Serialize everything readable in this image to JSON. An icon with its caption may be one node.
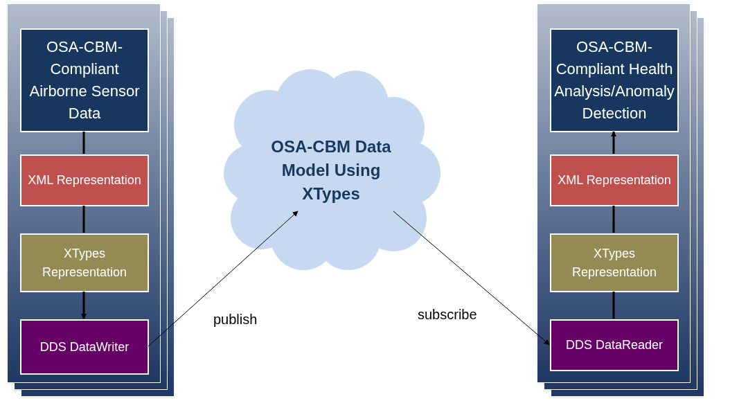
{
  "diagram": {
    "nodes": [
      {
        "text": [],
        "shape": "box"
      },
      {
        "text": [
          "OSA-CBM-Compliant Airborne Sensor Data"
        ],
        "in": 0
      },
      {
        "text": [
          "XML Representation"
        ],
        "in": 0
      },
      {
        "text": [
          "XTypes Representation"
        ],
        "in": 0
      },
      {
        "text": [
          "DDS DataWriter"
        ],
        "in": 0
      },
      {
        "text": [
          "OSA-CBM Data Model Using XTypes"
        ]
      },
      {
        "text": [],
        "shape": "box"
      },
      {
        "text": [
          "OSA-CBM-Compliant Health Analysis/Anomaly Detection"
        ],
        "in": 6
      },
      {
        "text": [
          "XML Representation"
        ],
        "in": 6
      },
      {
        "text": [
          "XTypes Representation"
        ],
        "in": 6
      },
      {
        "text": [
          "DDS DataReader"
        ],
        "in": 6
      }
    ],
    "edges": [
      {
        "from": 1,
        "to": 2,
        "arrow": "none"
      },
      {
        "from": 2,
        "to": 3,
        "arrow": "none"
      },
      {
        "from": 3,
        "to": 4,
        "arrow": "to"
      },
      {
        "from": 4,
        "to": 5,
        "arrow": "to",
        "label": "publish"
      },
      {
        "from": 5,
        "to": 10,
        "arrow": "to",
        "label": "subscribe"
      },
      {
        "from": 10,
        "to": 9,
        "arrow": "none"
      },
      {
        "from": 9,
        "to": 8,
        "arrow": "none"
      },
      {
        "from": 8,
        "to": 7,
        "arrow": "to"
      }
    ]
  }
}
